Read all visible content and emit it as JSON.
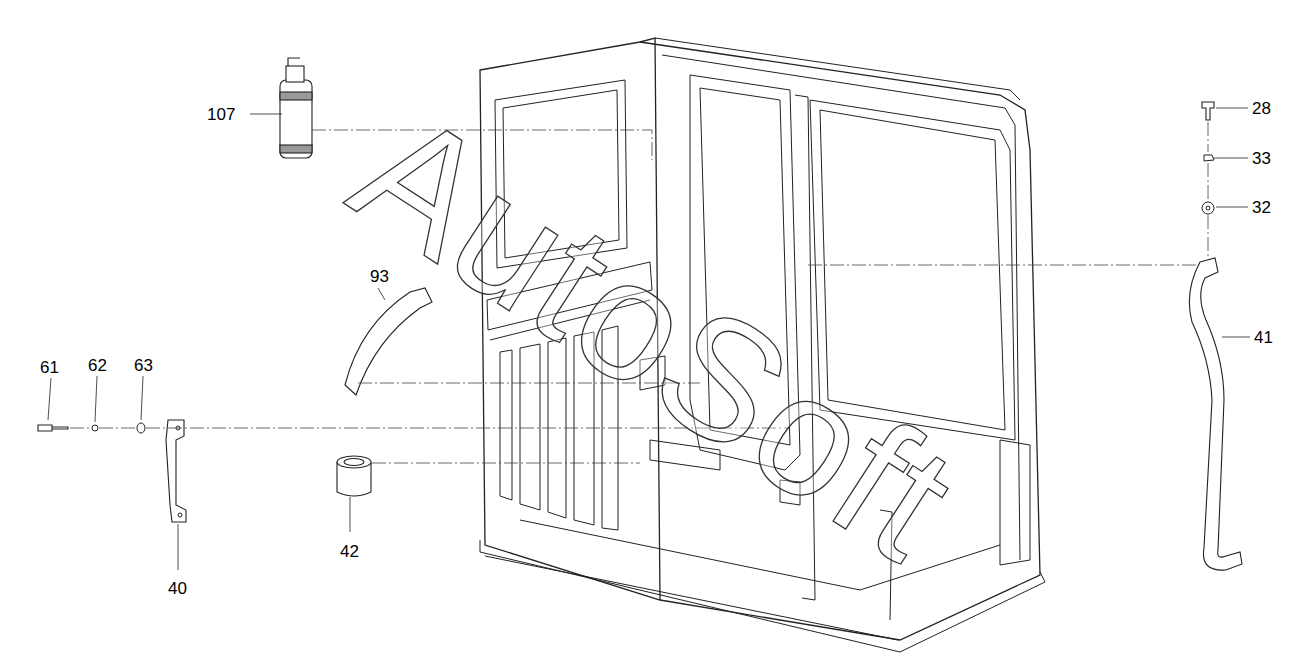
{
  "diagram": {
    "labels": [
      "107",
      "93",
      "61",
      "62",
      "63",
      "40",
      "42",
      "28",
      "33",
      "32",
      "41",
      "AutoSoft"
    ]
  }
}
